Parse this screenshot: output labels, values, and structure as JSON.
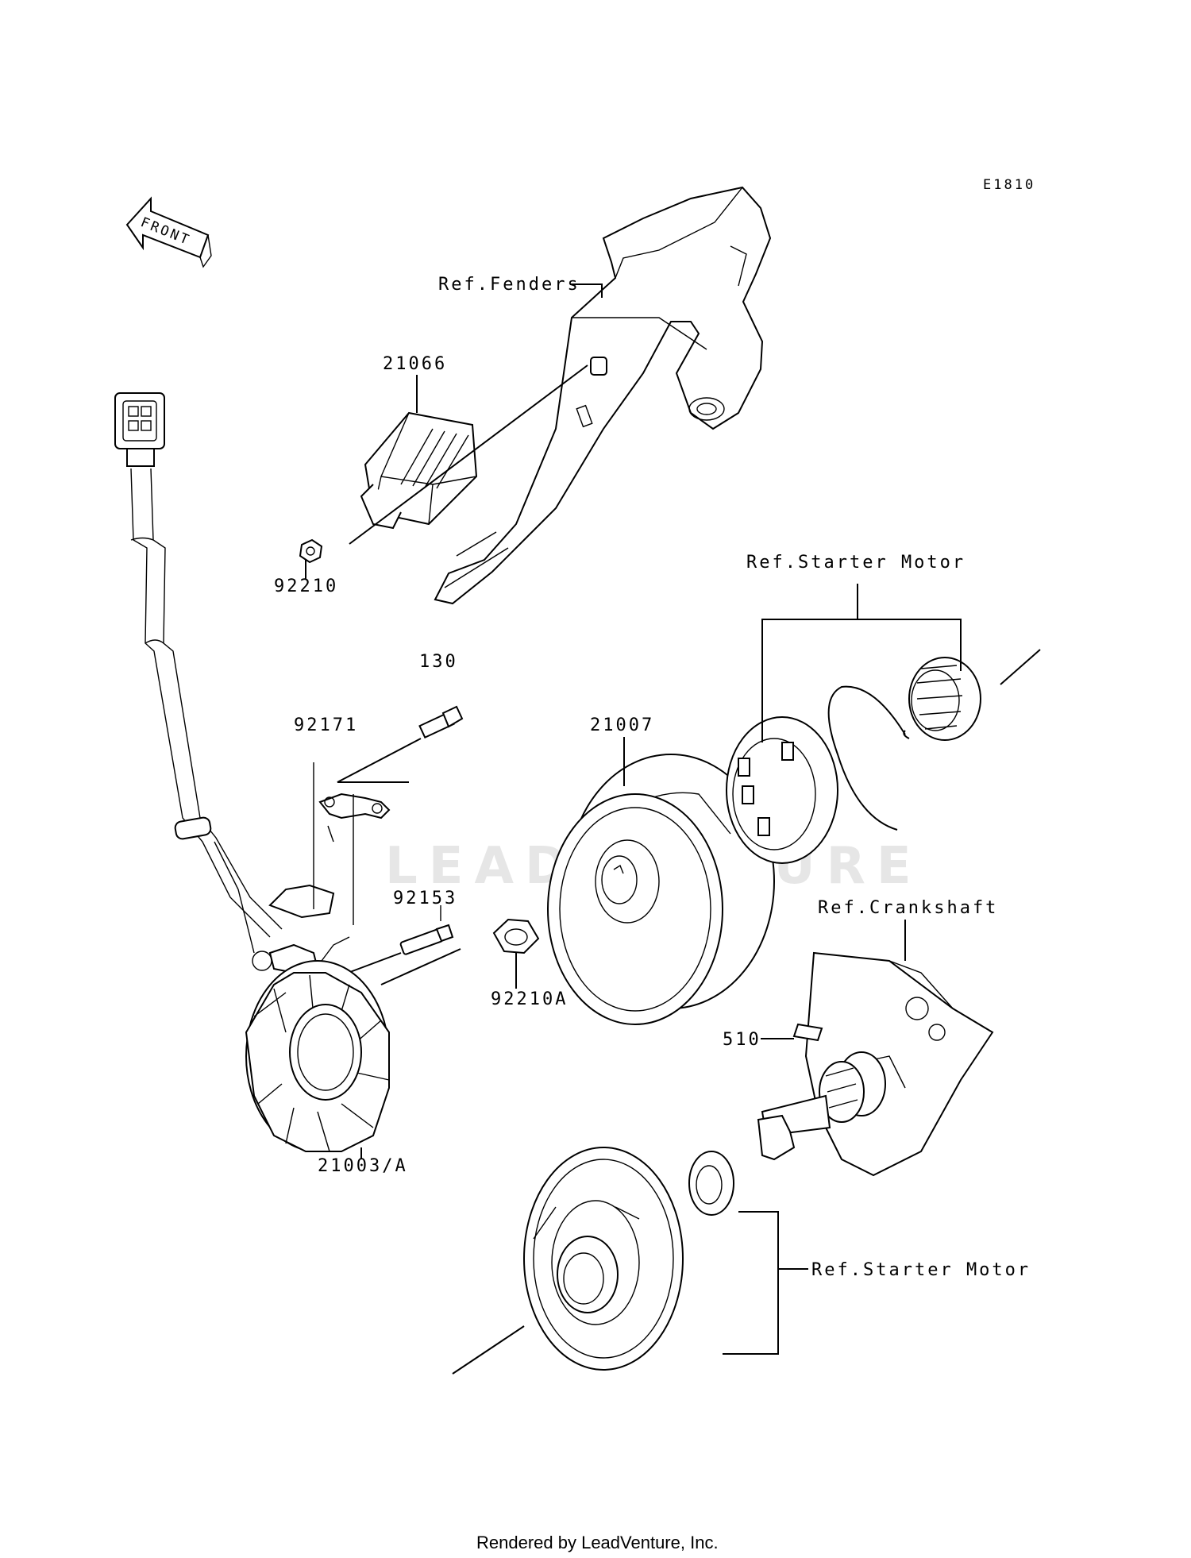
{
  "diagram_code": "E1810",
  "front_label": "FRONT",
  "watermark": "LEADVENTURE",
  "footer": "Rendered by LeadVenture, Inc.",
  "labels": {
    "ref_fenders": "Ref.Fenders",
    "ref_starter_motor_top": "Ref.Starter Motor",
    "ref_crankshaft": "Ref.Crankshaft",
    "ref_starter_motor_bottom": "Ref.Starter Motor",
    "p21066": "21066",
    "p92210": "92210",
    "p130": "130",
    "p92171": "92171",
    "p21007": "21007",
    "p92153": "92153",
    "p92210A": "92210A",
    "p510": "510",
    "p21003A": "21003/A"
  }
}
